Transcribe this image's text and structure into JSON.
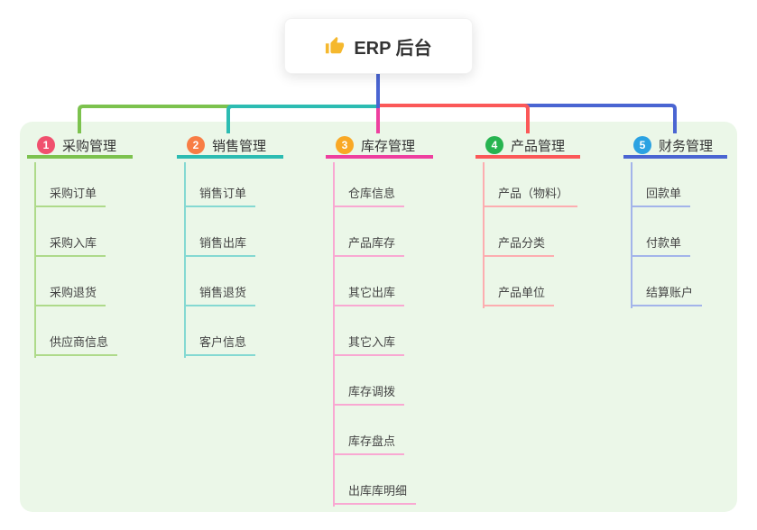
{
  "page": {
    "background": "#ffffff",
    "panel_color": "#ebf7e8"
  },
  "root": {
    "title": "ERP 后台",
    "icon": "thumbs-up-icon",
    "icon_color": "#f5b82e",
    "line_color": "#4a65d2"
  },
  "branches": [
    {
      "badge": "1",
      "badge_color": "#f0506e",
      "title": "采购管理",
      "line_color": "#7cc24e",
      "child_line_color": "#aeda8a",
      "children": [
        "采购订单",
        "采购入库",
        "采购退货",
        "供应商信息"
      ]
    },
    {
      "badge": "2",
      "badge_color": "#f87d45",
      "title": "销售管理",
      "line_color": "#2cbcb2",
      "child_line_color": "#84d9d2",
      "children": [
        "销售订单",
        "销售出库",
        "销售退货",
        "客户信息"
      ]
    },
    {
      "badge": "3",
      "badge_color": "#f9a825",
      "title": "库存管理",
      "line_color": "#ee3f9f",
      "child_line_color": "#f9a8d2",
      "children": [
        "仓库信息",
        "产品库存",
        "其它出库",
        "其它入库",
        "库存调拨",
        "库存盘点",
        "出库库明细"
      ]
    },
    {
      "badge": "4",
      "badge_color": "#27b450",
      "title": "产品管理",
      "line_color": "#fb5858",
      "child_line_color": "#fdadb0",
      "children": [
        "产品（物料）",
        "产品分类",
        "产品单位"
      ]
    },
    {
      "badge": "5",
      "badge_color": "#2ba2e2",
      "title": "财务管理",
      "line_color": "#4a65d2",
      "child_line_color": "#a3b4ea",
      "children": [
        "回款单",
        "付款单",
        "结算账户"
      ]
    }
  ]
}
